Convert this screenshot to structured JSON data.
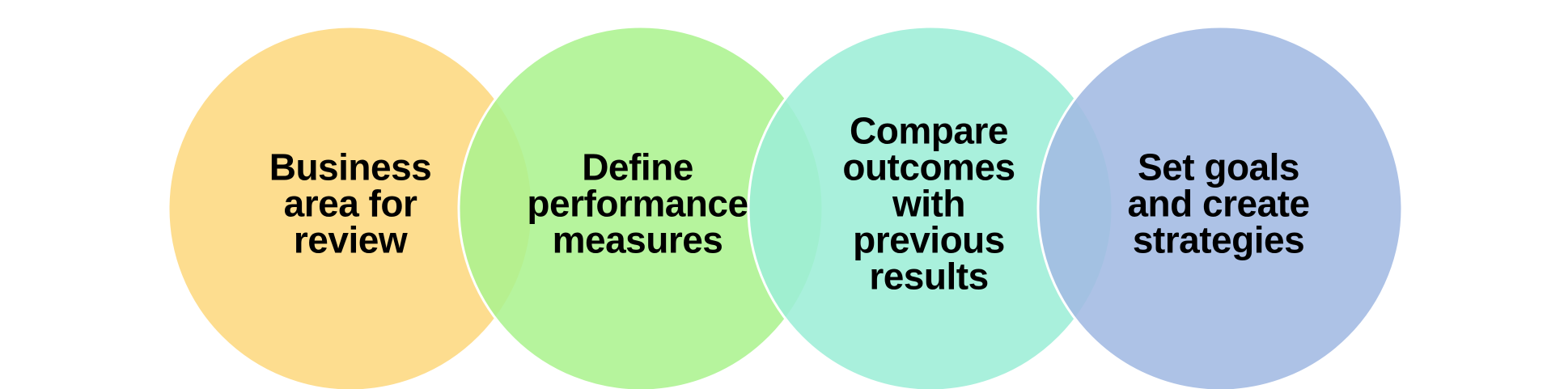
{
  "diagram": {
    "steps": [
      {
        "label": "Business\narea for\nreview",
        "color": "#fddd8f"
      },
      {
        "label": "Define\nperformance\nmeasures",
        "color": "#acf390"
      },
      {
        "label": "Compare\noutcomes\nwith\nprevious\nresults",
        "color": "#9deed7"
      },
      {
        "label": "Set goals\nand create\nstrategies",
        "color": "#a2b9e3"
      }
    ]
  }
}
